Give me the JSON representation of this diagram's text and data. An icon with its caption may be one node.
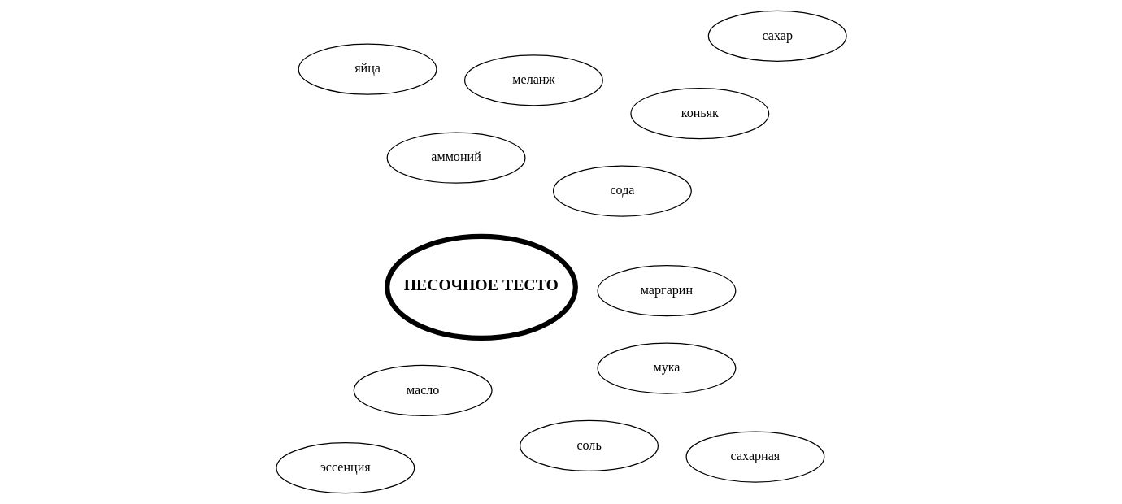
{
  "diagram": {
    "nodes": [
      {
        "text": [
          "сода"
        ]
      },
      {
        "text": [
          "аммоний"
        ]
      },
      {
        "text": [
          "мука"
        ]
      },
      {
        "text": [
          "маргарин"
        ]
      },
      {
        "text": [
          "масло"
        ]
      },
      {
        "text": [
          "ПЕСОЧНОЕ ТЕСТО"
        ]
      },
      {
        "text": [
          "коньяк"
        ]
      },
      {
        "text": [
          "меланж"
        ]
      },
      {
        "text": [
          "соль"
        ]
      },
      {
        "text": [
          "яйца"
        ]
      },
      {
        "text": [
          "сахарная"
        ]
      },
      {
        "text": [
          "эссенция"
        ]
      },
      {
        "text": [
          "сахар"
        ]
      }
    ],
    "edges": []
  }
}
